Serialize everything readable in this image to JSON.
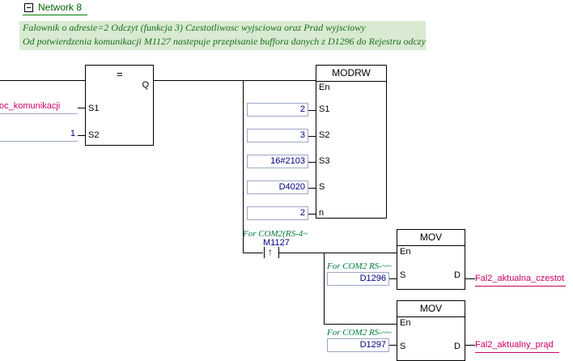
{
  "network": {
    "title": "Network 8",
    "collapse_icon": "minus-square-icon"
  },
  "comment": {
    "line1": "Falownik o adresie=2   Odczyt (funkcja 3)   Czestotliwosc wyjsciowa oraz  Prad wyjsciowy",
    "line2": "Od potwierdzenia komunikacji M1127 nastepuje przepisanie buffora danych z D1296 do Rejestru odczy"
  },
  "compare_block": {
    "symbol": "=",
    "output_pin": "Q",
    "in1_pin": "S1",
    "in2_pin": "S2",
    "in1_value": "oc_komunikacji",
    "in2_value": "1"
  },
  "modrw_block": {
    "title": "MODRW",
    "pins": [
      "En",
      "S1",
      "S2",
      "S3",
      "S",
      "n"
    ],
    "values": [
      "",
      "2",
      "3",
      "16#2103",
      "D4020",
      "2"
    ]
  },
  "contact": {
    "annotation": "For COM2(RS-4~",
    "name": "M1127",
    "type": "rising-edge-contact"
  },
  "mov_blocks": [
    {
      "title": "MOV",
      "pins": [
        "En",
        "S",
        "D"
      ],
      "annotation": "For COM2 RS-~~",
      "source": "D1296",
      "dest": "Fal2_aktualna_czestot"
    },
    {
      "title": "MOV",
      "pins": [
        "En",
        "S",
        "D"
      ],
      "annotation": "For COM2 RS-~~",
      "source": "D1297",
      "dest": "Fal2_aktualny_prąd"
    }
  ],
  "colors": {
    "comment_bg": "#d9ead3",
    "comment_text": "#1a6f1a",
    "operand_text": "#000080",
    "output_label": "#cc0066",
    "annotation": "#007a3d",
    "network_title": "#006600"
  }
}
